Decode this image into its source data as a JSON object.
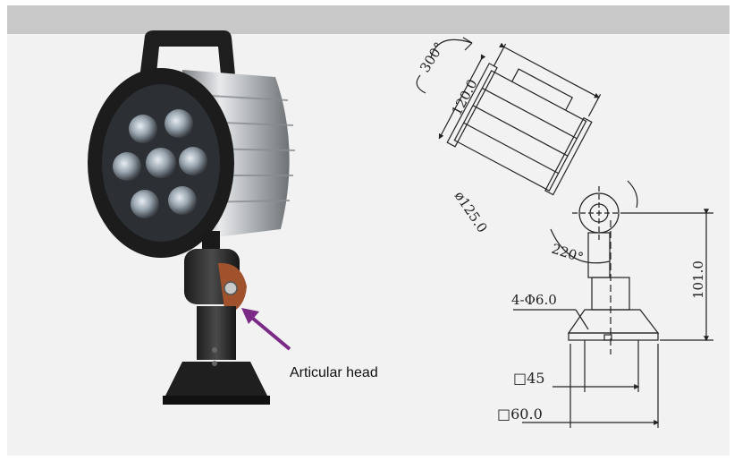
{
  "annotation": {
    "articular_head": "Articular head",
    "arrow_color": "#7b2a86"
  },
  "dimensions": {
    "rotation": "300°",
    "length": "120.0",
    "diameter": "ø125.0",
    "tilt": "220°",
    "height": "101.0",
    "holes": "4-Φ6.0",
    "base_inner": "□45",
    "base_outer": "□60.0"
  }
}
